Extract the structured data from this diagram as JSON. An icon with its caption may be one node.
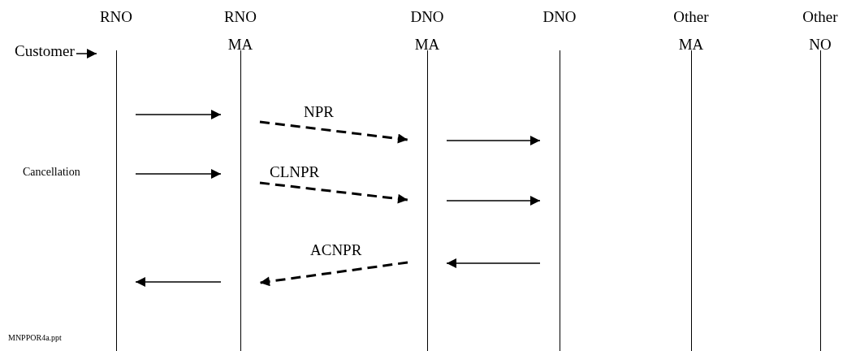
{
  "diagram": {
    "nodes": [
      {
        "text": [
          "Customer"
        ]
      },
      {
        "text": [
          "RNO"
        ]
      },
      {
        "text": [
          "RNO MA"
        ]
      },
      {
        "text": [
          "DNO MA"
        ]
      },
      {
        "text": [
          "DNO"
        ]
      },
      {
        "text": [
          "Other MA"
        ]
      },
      {
        "text": [
          "Other NO"
        ]
      }
    ],
    "edges": [
      {
        "from": 0,
        "to": 1,
        "arrow": "to"
      },
      {
        "from": 1,
        "to": 2,
        "arrow": "to"
      },
      {
        "from": 2,
        "to": 3,
        "arrow": "to",
        "style": "dashed",
        "label": "NPR"
      },
      {
        "from": 3,
        "to": 4,
        "arrow": "to"
      },
      {
        "from": 1,
        "to": 2,
        "arrow": "to"
      },
      {
        "from": 2,
        "to": 3,
        "arrow": "to",
        "style": "dashed",
        "label": "CLNPR"
      },
      {
        "from": 3,
        "to": 4,
        "arrow": "to"
      },
      {
        "from": 4,
        "to": 3,
        "arrow": "to"
      },
      {
        "from": 3,
        "to": 2,
        "arrow": "to",
        "style": "dashed",
        "label": "ACNPR"
      },
      {
        "from": 2,
        "to": 1,
        "arrow": "to"
      }
    ],
    "labels": [
      "Cancellation",
      "MNPPOR4a.ppt"
    ]
  }
}
